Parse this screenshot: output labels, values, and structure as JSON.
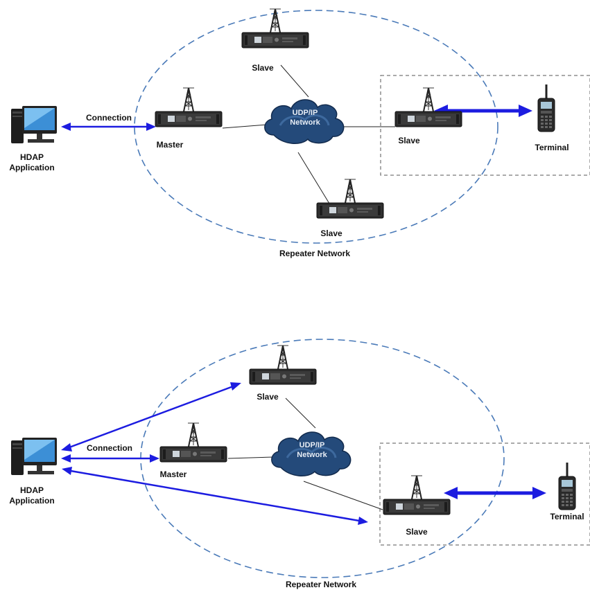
{
  "colors": {
    "arrow": "#1c1ce0",
    "ellipse": "#4a7ab8",
    "box": "#555555",
    "cloud": "#244a7a",
    "device": "#2b2b2b"
  },
  "diagrams": [
    {
      "labels": {
        "hdap_1": "HDAP",
        "hdap_2": "Application",
        "connection": "Connection",
        "master": "Master",
        "slave_top": "Slave",
        "slave_right": "Slave",
        "slave_bottom": "Slave",
        "terminal": "Terminal",
        "network_1": "UDP/IP",
        "network_2": "Network",
        "repeater_network": "Repeater Network"
      }
    },
    {
      "labels": {
        "hdap_1": "HDAP",
        "hdap_2": "Application",
        "connection": "Connection",
        "master": "Master",
        "slave_top": "Slave",
        "slave_right": "Slave",
        "terminal": "Terminal",
        "network_1": "UDP/IP",
        "network_2": "Network",
        "repeater_network": "Repeater Network"
      }
    }
  ]
}
